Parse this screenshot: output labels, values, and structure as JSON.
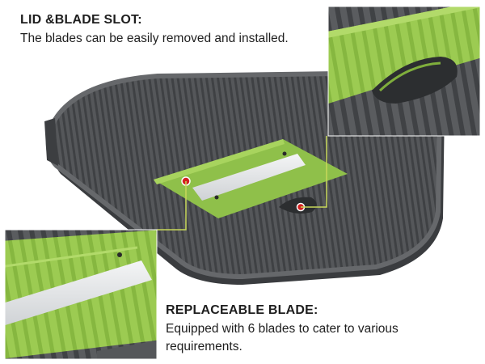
{
  "captions": {
    "lid_slot": {
      "title": "LID &BLADE SLOT:",
      "description": "The blades can be easily removed and installed."
    },
    "blade": {
      "title": "REPLACEABLE BLADE:",
      "description": "Equipped with 6 blades to cater to various requirements."
    }
  },
  "colors": {
    "body_dark": "#4a4c4f",
    "body_mid": "#5e6063",
    "rib": "#3e4043",
    "green_panel": "#8fc04a",
    "green_light": "#a8d45e",
    "blade_steel": "#e6e8ea",
    "marker": "#d42020",
    "leader_line": "#c8d85a"
  },
  "icons": {
    "marker": "red-dot-marker-icon"
  }
}
